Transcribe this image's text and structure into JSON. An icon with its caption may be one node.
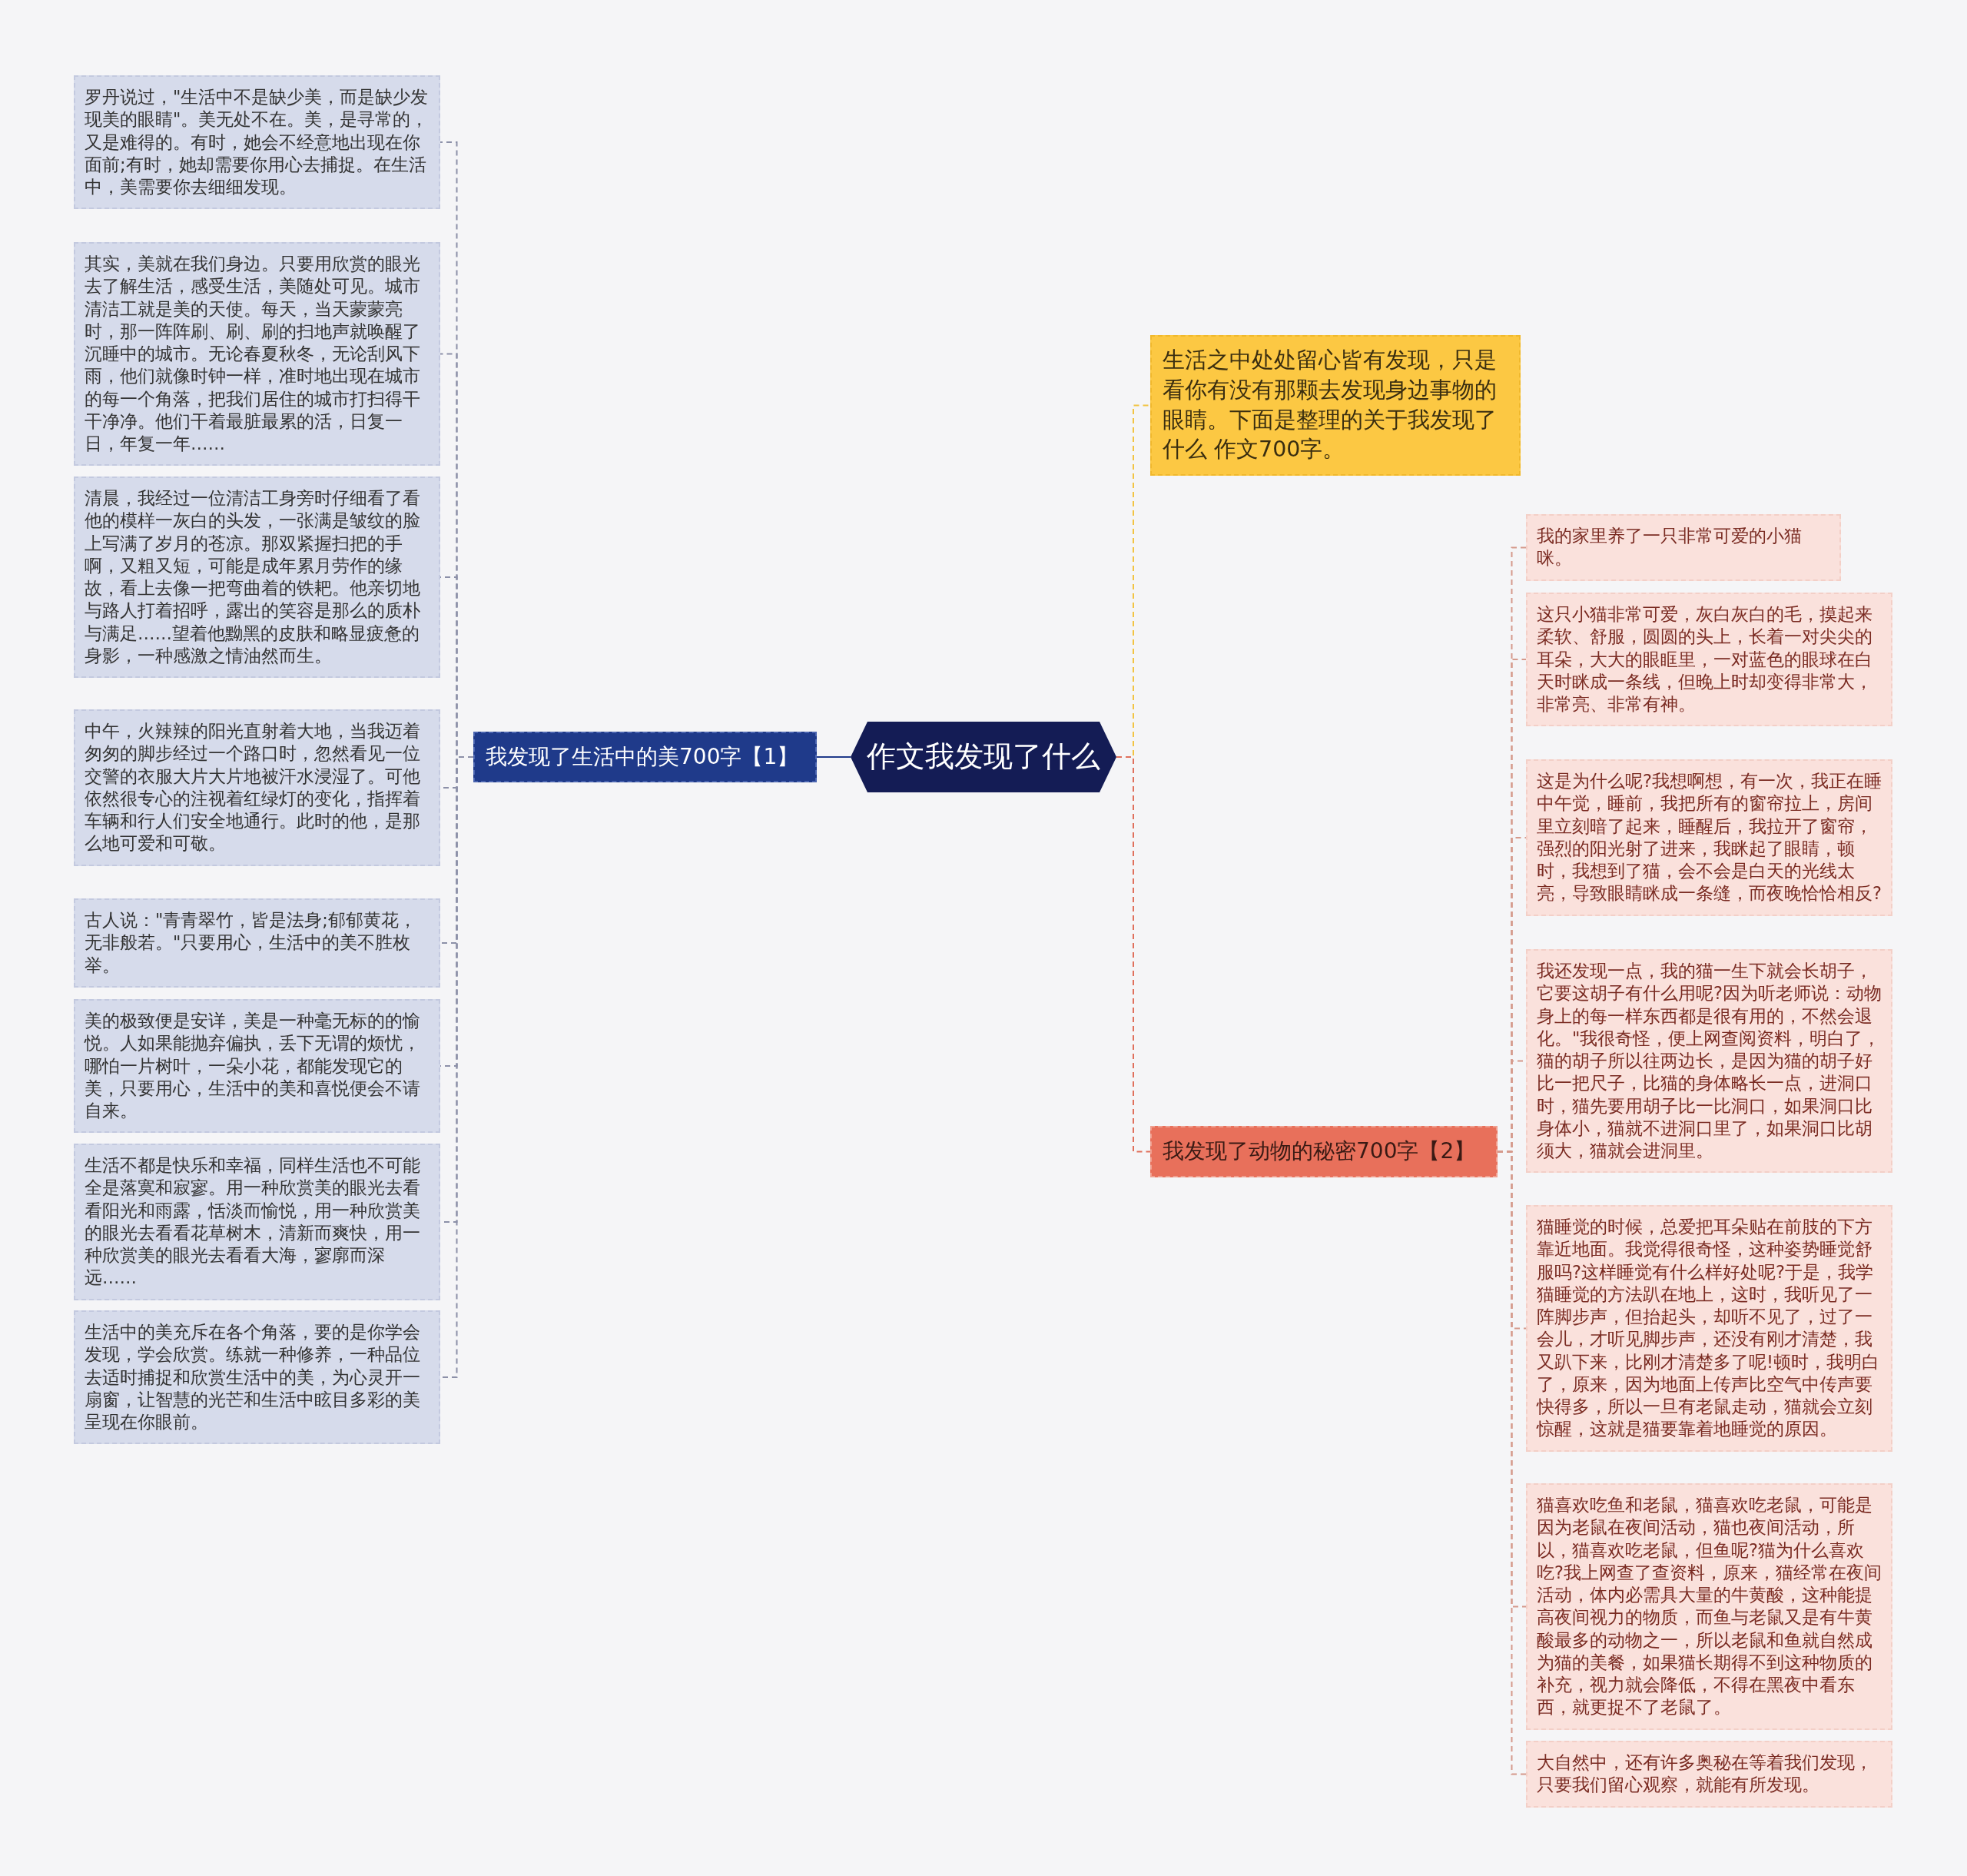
{
  "diagram": {
    "nodes": [
      {
        "text": [
          "作文我发现了什么"
        ]
      },
      {
        "text": [
          "我发现了生活中的美700字【1】"
        ]
      },
      {
        "text": [
          "罗丹说过，\"生活中不是缺少美，而是缺少发现美的眼睛\"。美无处不在。美，是寻常的，又是难得的。有时，她会不经意地出现在你面前;有时，她却需要你用心去捕捉。在生活中，美需要你去细细发现。"
        ]
      },
      {
        "text": [
          "其实，美就在我们身边。只要用欣赏的眼光去了解生活，感受生活，美随处可见。城市清洁工就是美的天使。每天，当天蒙蒙亮时，那一阵阵刷、刷、刷的扫地声就唤醒了沉睡中的城市。无论春夏秋冬，无论刮风下雨，他们就像时钟一样，准时地出现在城市的每一个角落，把我们居住的城市打扫得干干净净。他们干着最脏最累的活，日复一日，年复一年……"
        ]
      },
      {
        "text": [
          "清晨，我经过一位清洁工身旁时仔细看了看他的模样一灰白的头发，一张满是皱纹的脸上写满了岁月的苍凉。那双紧握扫把的手啊，又粗又短，可能是成年累月劳作的缘故，看上去像一把弯曲着的铁耙。他亲切地与路人打着招呼，露出的笑容是那么的质朴与满足……望着他黝黑的皮肤和略显疲惫的身影，一种感激之情油然而生。"
        ]
      },
      {
        "text": [
          "中午，火辣辣的阳光直射着大地，当我迈着匆匆的脚步经过一个路口时，忽然看见一位交警的衣服大片大片地被汗水浸湿了。可他依然很专心的注视着红绿灯的变化，指挥着车辆和行人们安全地通行。此时的他，是那么地可爱和可敬。"
        ]
      },
      {
        "text": [
          "古人说：\"青青翠竹，皆是法身;郁郁黄花，无非般若。\"只要用心，生活中的美不胜枚举。"
        ]
      },
      {
        "text": [
          "美的极致便是安详，美是一种毫无标的的愉悦。人如果能抛弃偏执，丢下无谓的烦忧，哪怕一片树叶，一朵小花，都能发现它的美，只要用心，生活中的美和喜悦便会不请自来。"
        ]
      },
      {
        "text": [
          "生活不都是快乐和幸福，同样生活也不可能全是落寞和寂寥。用一种欣赏美的眼光去看看阳光和雨露，恬淡而愉悦，用一种欣赏美的眼光去看看花草树木，清新而爽快，用一种欣赏美的眼光去看看大海，寥廓而深远……"
        ]
      },
      {
        "text": [
          "生活中的美充斥在各个角落，要的是你学会发现，学会欣赏。练就一种修养，一种品位去适时捕捉和欣赏生活中的美，为心灵开一扇窗，让智慧的光芒和生活中眩目多彩的美呈现在你眼前。"
        ]
      },
      {
        "text": [
          "生活之中处处留心皆有发现，只是看你有没有那颗去发现身边事物的眼睛。下面是整理的关于我发现了什么 作文700字。"
        ]
      },
      {
        "text": [
          "我发现了动物的秘密700字【2】"
        ]
      },
      {
        "text": [
          "我的家里养了一只非常可爱的小猫咪。"
        ]
      },
      {
        "text": [
          "这只小猫非常可爱，灰白灰白的毛，摸起来柔软、舒服，圆圆的头上，长着一对尖尖的耳朵，大大的眼眶里，一对蓝色的眼球在白天时眯成一条线，但晚上时却变得非常大，非常亮、非常有神。"
        ]
      },
      {
        "text": [
          "这是为什么呢?我想啊想，有一次，我正在睡中午觉，睡前，我把所有的窗帘拉上，房间里立刻暗了起来，睡醒后，我拉开了窗帘，强烈的阳光射了进来，我眯起了眼睛，顿时，我想到了猫，会不会是白天的光线太亮，导致眼睛眯成一条缝，而夜晚恰恰相反?"
        ]
      },
      {
        "text": [
          "我还发现一点，我的猫一生下就会长胡子，它要这胡子有什么用呢?因为听老师说：动物身上的每一样东西都是很有用的，不然会退化。\"我很奇怪，便上网查阅资料，明白了，猫的胡子所以往两边长，是因为猫的胡子好比一把尺子，比猫的身体略长一点，进洞口时，猫先要用胡子比一比洞口，如果洞口比身体小，猫就不进洞口里了，如果洞口比胡须大，猫就会进洞里。"
        ]
      },
      {
        "text": [
          "猫睡觉的时候，总爱把耳朵贴在前肢的下方靠近地面。我觉得很奇怪，这种姿势睡觉舒服吗?这样睡觉有什么样好处呢?于是，我学猫睡觉的方法趴在地上，这时，我听见了一阵脚步声，但抬起头，却听不见了，过了一会儿，才听见脚步声，还没有刚才清楚，我又趴下来，比刚才清楚多了呢!顿时，我明白了，原来，因为地面上传声比空气中传声要快得多，所以一旦有老鼠走动，猫就会立刻惊醒，这就是猫要靠着地睡觉的原因。"
        ]
      },
      {
        "text": [
          "猫喜欢吃鱼和老鼠，猫喜欢吃老鼠，可能是因为老鼠在夜间活动，猫也夜间活动，所以，猫喜欢吃老鼠，但鱼呢?猫为什么喜欢吃?我上网查了查资料，原来，猫经常在夜间活动，体内必需具大量的牛黄酸，这种能提高夜间视力的物质，而鱼与老鼠又是有牛黄酸最多的动物之一，所以老鼠和鱼就自然成为猫的美餐，如果猫长期得不到这种物质的补充，视力就会降低，不得在黑夜中看东西，就更捉不了老鼠了。"
        ]
      },
      {
        "text": [
          "大自然中，还有许多奥秘在等着我们发现，只要我们留心观察，就能有所发现。"
        ]
      }
    ],
    "edges": [
      {
        "from": 0,
        "to": 1,
        "arrow": "none",
        "color": "#1f3a8a"
      },
      {
        "from": 1,
        "to": 2,
        "arrow": "none",
        "style": "dashed",
        "color": "#8c90a8"
      },
      {
        "from": 1,
        "to": 3,
        "arrow": "none",
        "style": "dashed",
        "color": "#8c90a8"
      },
      {
        "from": 1,
        "to": 4,
        "arrow": "none",
        "style": "dashed",
        "color": "#8c90a8"
      },
      {
        "from": 1,
        "to": 5,
        "arrow": "none",
        "style": "dashed",
        "color": "#8c90a8"
      },
      {
        "from": 1,
        "to": 6,
        "arrow": "none",
        "style": "dashed",
        "color": "#8c90a8"
      },
      {
        "from": 1,
        "to": 7,
        "arrow": "none",
        "style": "dashed",
        "color": "#8c90a8"
      },
      {
        "from": 1,
        "to": 8,
        "arrow": "none",
        "style": "dashed",
        "color": "#8c90a8"
      },
      {
        "from": 1,
        "to": 9,
        "arrow": "none",
        "style": "dashed",
        "color": "#8c90a8"
      },
      {
        "from": 0,
        "to": 10,
        "arrow": "none",
        "style": "dashed",
        "color": "#f2c443"
      },
      {
        "from": 0,
        "to": 11,
        "arrow": "none",
        "style": "dashed",
        "color": "#e0705c"
      },
      {
        "from": 11,
        "to": 12,
        "arrow": "none",
        "style": "dashed",
        "color": "#d59a8c"
      },
      {
        "from": 11,
        "to": 13,
        "arrow": "none",
        "style": "dashed",
        "color": "#d59a8c"
      },
      {
        "from": 11,
        "to": 14,
        "arrow": "none",
        "style": "dashed",
        "color": "#d59a8c"
      },
      {
        "from": 11,
        "to": 15,
        "arrow": "none",
        "style": "dashed",
        "color": "#d59a8c"
      },
      {
        "from": 11,
        "to": 16,
        "arrow": "none",
        "style": "dashed",
        "color": "#d59a8c"
      },
      {
        "from": 11,
        "to": 17,
        "arrow": "none",
        "style": "dashed",
        "color": "#d59a8c"
      },
      {
        "from": 11,
        "to": 18,
        "arrow": "none",
        "style": "dashed",
        "color": "#d59a8c"
      }
    ]
  }
}
